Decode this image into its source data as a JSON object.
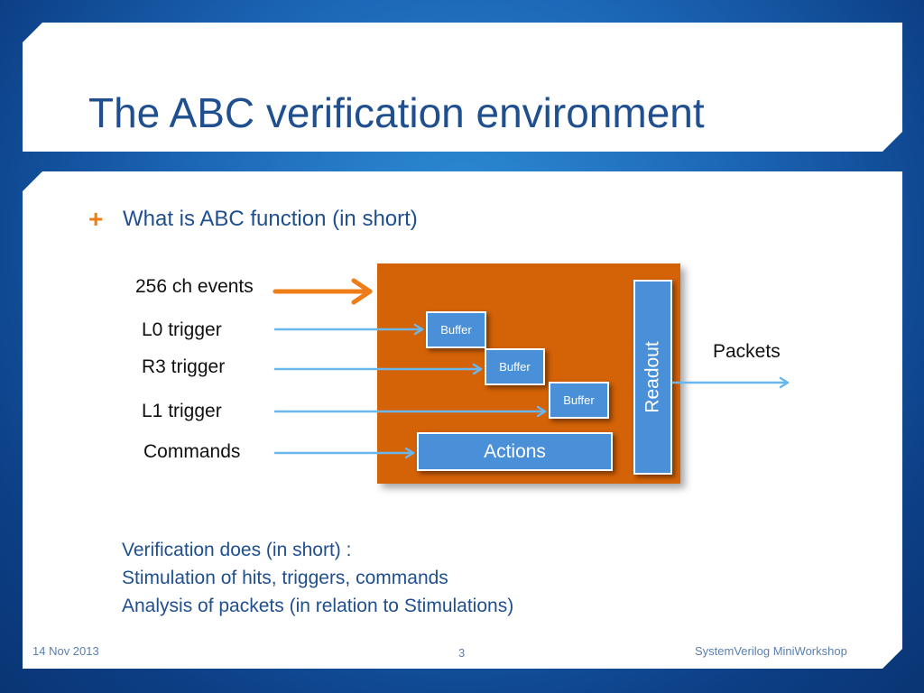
{
  "slide": {
    "title": "The ABC verification environment",
    "bullet": "What is ABC function (in short)"
  },
  "diagram": {
    "inputs": {
      "events": "256 ch events",
      "l0": "L0 trigger",
      "r3": "R3 trigger",
      "l1": "L1 trigger",
      "commands": "Commands"
    },
    "buffer_label": "Buffer",
    "actions_label": "Actions",
    "readout_label": "Readout",
    "output_label": "Packets"
  },
  "verification": {
    "line1": "Verification does (in short) :",
    "line2": "Stimulation of hits, triggers, commands",
    "line3": "Analysis of packets (in relation to Stimulations)"
  },
  "footer": {
    "date": "14 Nov 2013",
    "page": "3",
    "event": "SystemVerilog MiniWorkshop"
  },
  "colors": {
    "title": "#1f4f8f",
    "accent": "#ef7d17",
    "block": "#d46206",
    "box": "#4a90d9",
    "arrow": "#6ab7ee"
  }
}
